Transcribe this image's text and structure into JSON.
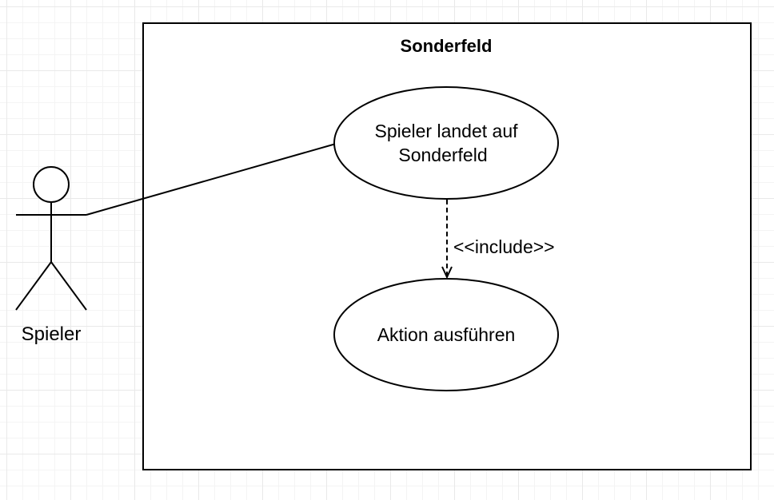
{
  "system_boundary": {
    "title": "Sonderfeld"
  },
  "actor": {
    "name": "Spieler"
  },
  "use_cases": [
    {
      "line1": "Spieler landet auf",
      "line2": "Sonderfeld"
    },
    {
      "line1": "Aktion ausführen"
    }
  ],
  "relationship": {
    "label": "<<include>>"
  },
  "colors": {
    "line": "#000000",
    "fill": "#ffffff",
    "grid": "#e9e9e9"
  }
}
